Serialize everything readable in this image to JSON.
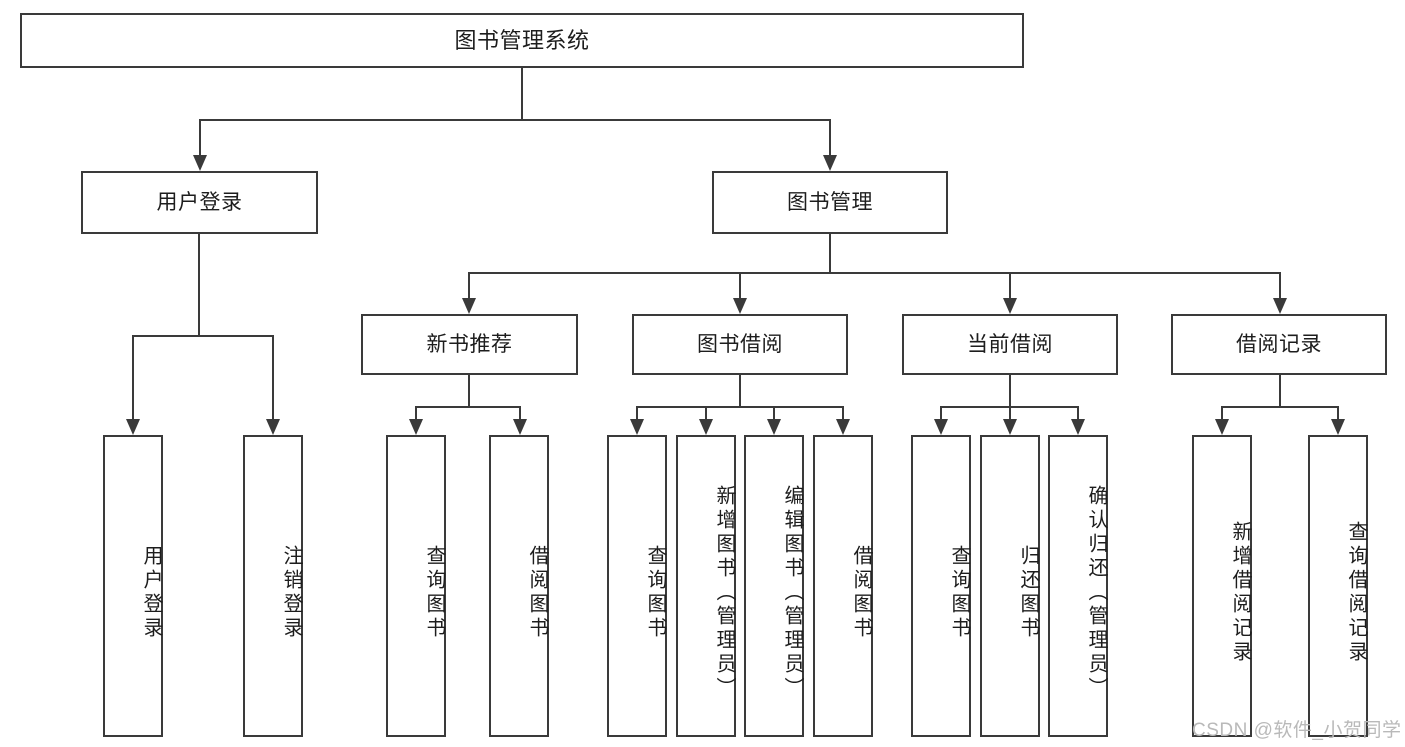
{
  "diagram": {
    "type": "tree-hierarchy-chart",
    "title": "图书管理系统",
    "orientation": "top-down",
    "colors": {
      "node_border": "#3a3a3a",
      "node_fill": "#ffffff",
      "connector": "#3a3a3a",
      "text": "#1d1d1d",
      "background": "#ffffff",
      "watermark": "#b9b9b9"
    }
  },
  "root": {
    "label": "图书管理系统"
  },
  "level2": [
    {
      "label": "用户登录"
    },
    {
      "label": "图书管理"
    }
  ],
  "level3": [
    {
      "label": "新书推荐"
    },
    {
      "label": "图书借阅"
    },
    {
      "label": "当前借阅"
    },
    {
      "label": "借阅记录"
    }
  ],
  "leaves": {
    "user_login": [
      {
        "label": "用户登录"
      },
      {
        "label": "注销登录"
      }
    ],
    "new_book_recommend": [
      {
        "label": "查询图书"
      },
      {
        "label": "借阅图书"
      }
    ],
    "book_borrow": [
      {
        "label": "查询图书"
      },
      {
        "label": "新增图书（管理员）"
      },
      {
        "label": "编辑图书（管理员）"
      },
      {
        "label": "借阅图书"
      }
    ],
    "current_borrow": [
      {
        "label": "查询图书"
      },
      {
        "label": "归还图书"
      },
      {
        "label": "确认归还（管理员）"
      }
    ],
    "borrow_record": [
      {
        "label": "新增借阅记录"
      },
      {
        "label": "查询借阅记录"
      }
    ]
  },
  "watermark": {
    "text": "CSDN @软件_小贺同学"
  }
}
